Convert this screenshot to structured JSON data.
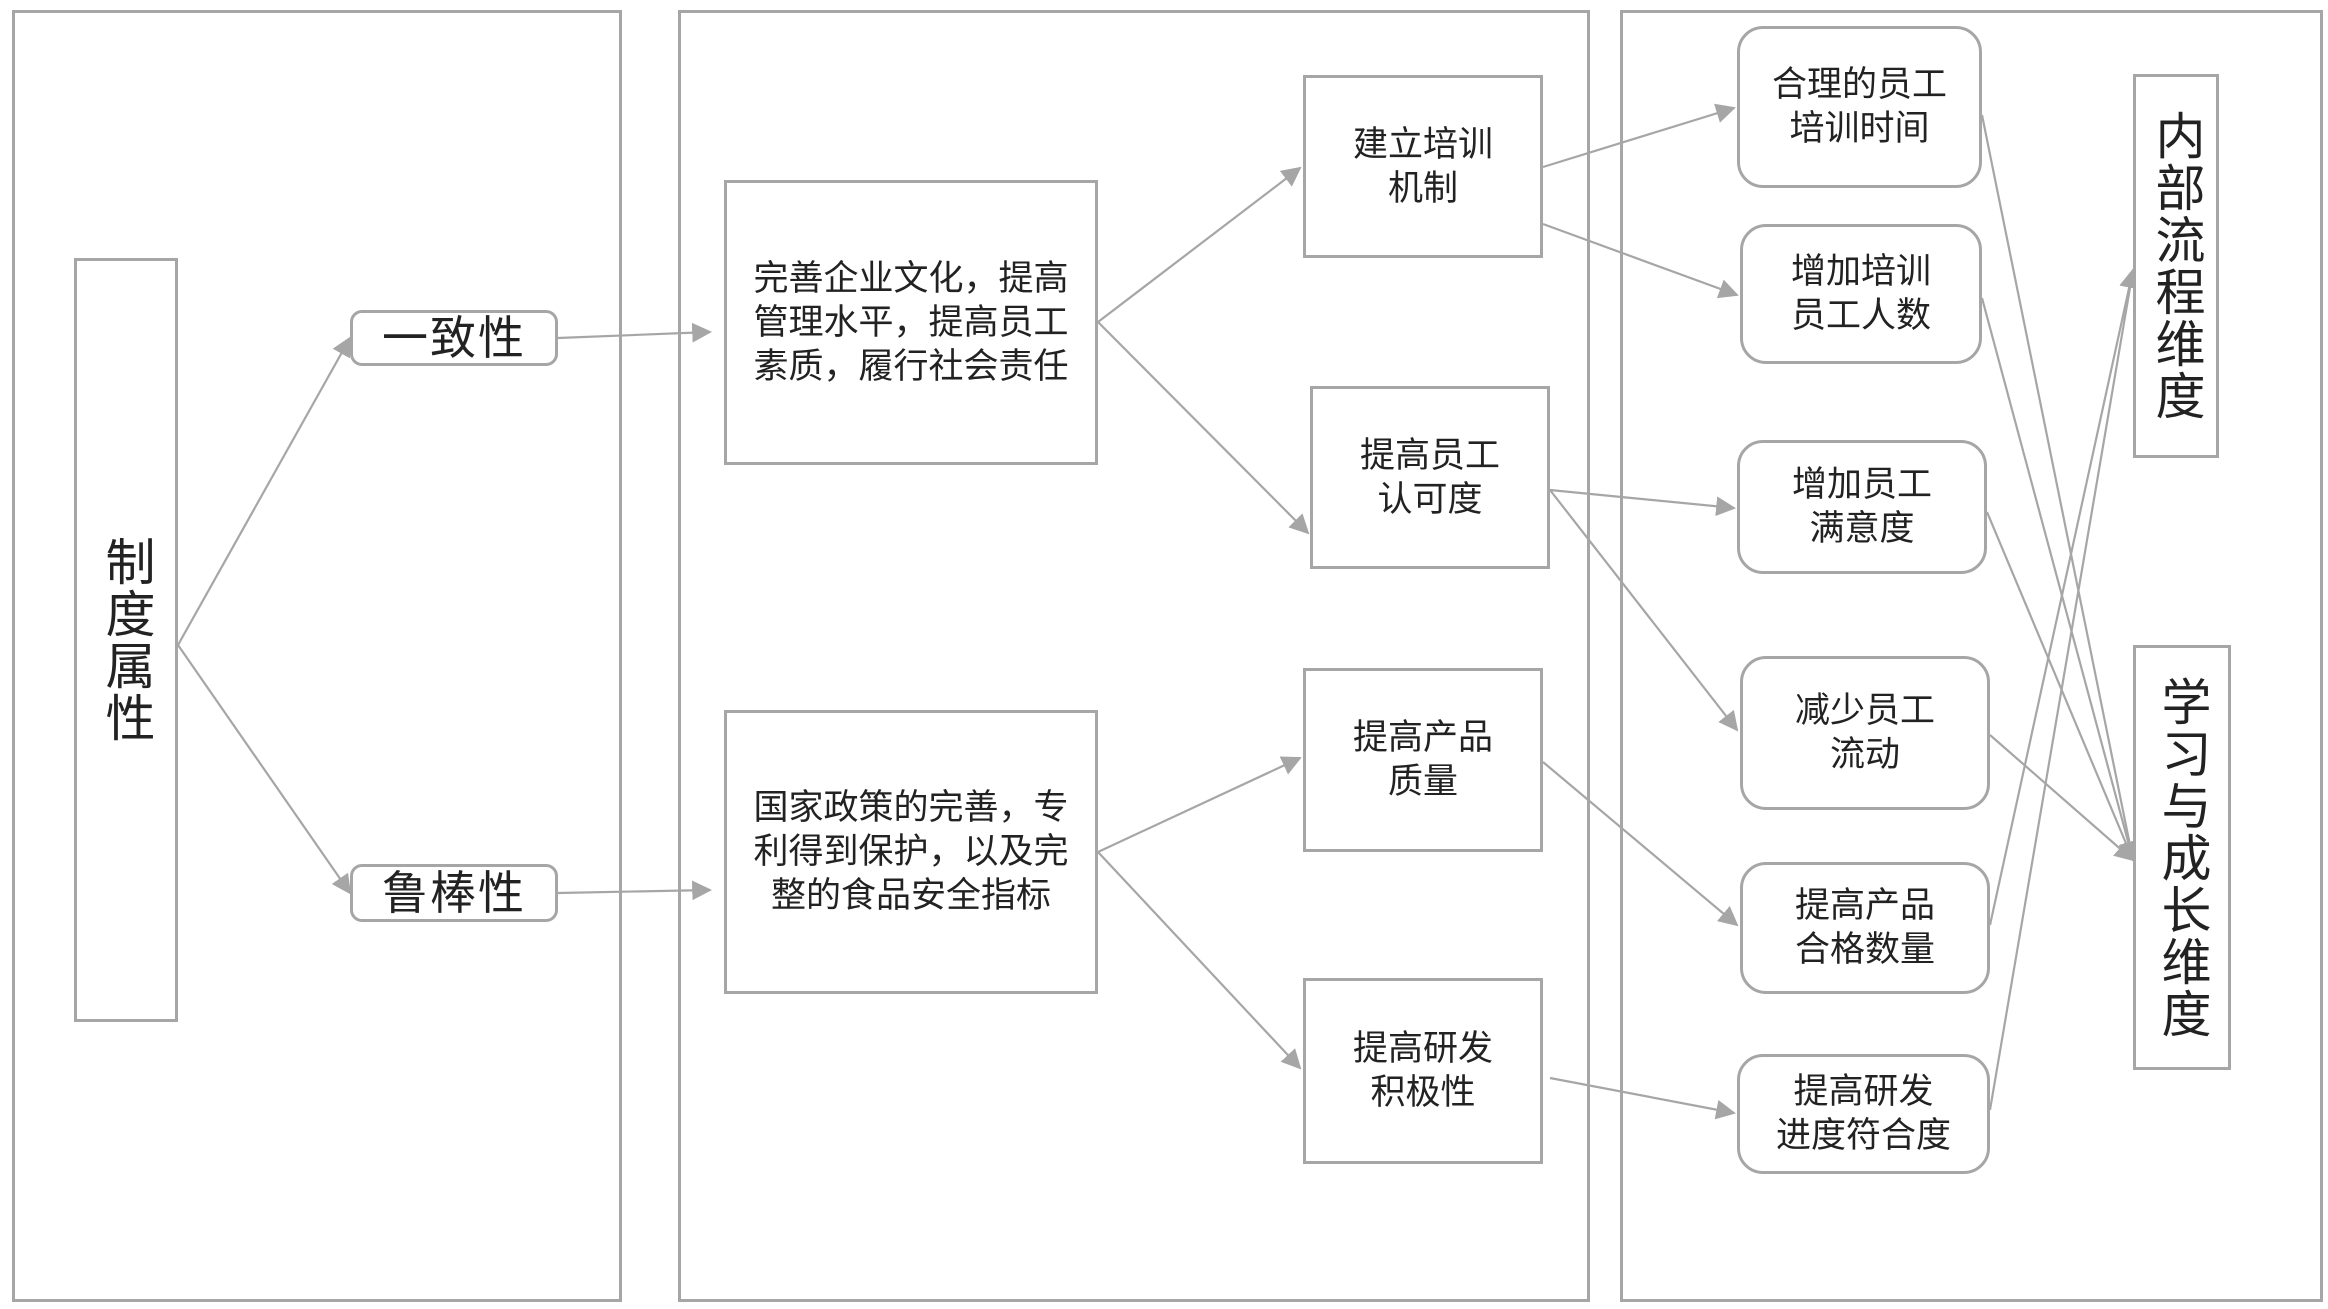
{
  "root": "制度属性",
  "attrs": {
    "consistency": "一致性",
    "robustness": "鲁棒性"
  },
  "measures": {
    "culture": "完善企业文化，提高\n管理水平，提高员工\n素质，履行社会责任",
    "policy": "国家政策的完善，专\n利得到保护，以及完\n整的食品安全指标"
  },
  "actions": {
    "training": "建立培训\n机制",
    "recognition": "提高员工\n认可度",
    "quality": "提高产品\n质量",
    "rnd": "提高研发\n积极性"
  },
  "outcomes": {
    "train_time": "合理的员工\n培训时间",
    "train_count": "增加培训\n员工人数",
    "satisfaction": "增加员工\n满意度",
    "turnover": "减少员工\n流动",
    "qualified": "提高产品\n合格数量",
    "progress": "提高研发\n进度符合度"
  },
  "dimensions": {
    "internal": "内部流程维度",
    "learning": "学习与成长维度"
  }
}
